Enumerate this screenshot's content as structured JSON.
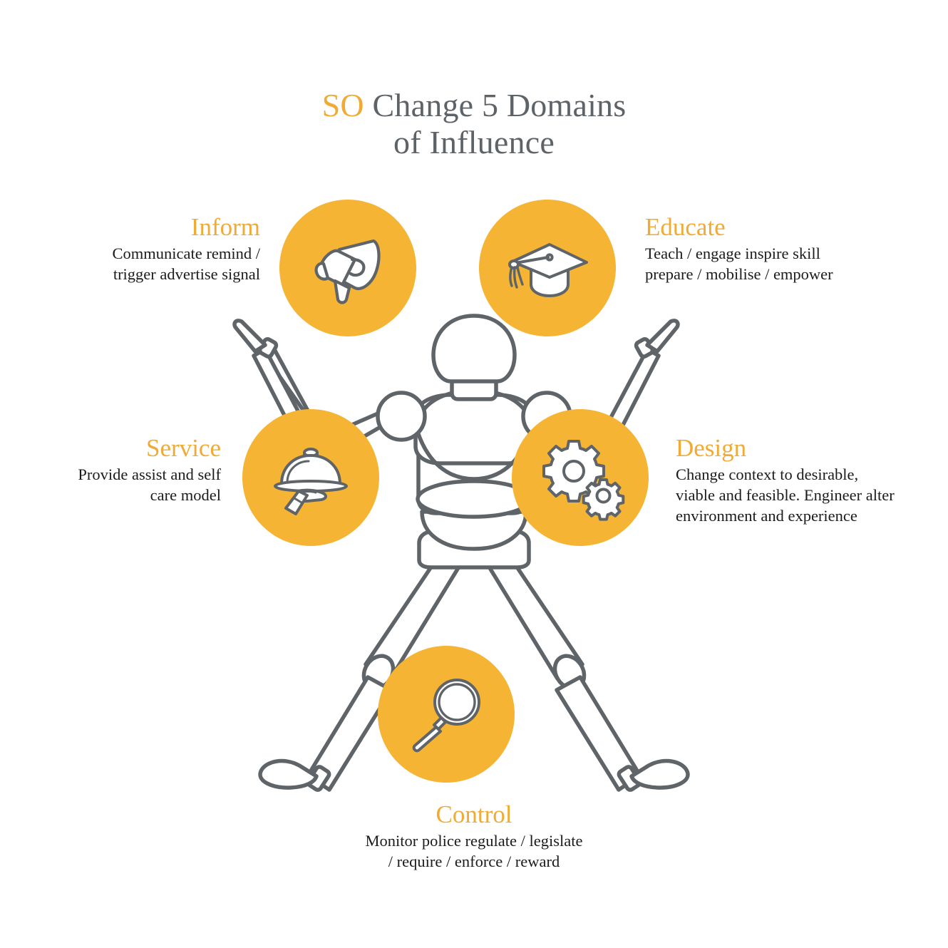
{
  "title": {
    "prefix": "SO",
    "line1_rest": " Change 5 Domains",
    "line2": "of Influence"
  },
  "colors": {
    "accent_gold": "#f6b434",
    "heading_gold": "#f0ab36",
    "title_gray": "#5e6368",
    "body_text": "#1b1b1b",
    "line_art": "#5f6469",
    "background": "#ffffff"
  },
  "center_figure": {
    "name": "wooden artist mannequin",
    "pose": "vitruvian / star pose, arms raised and legs apart"
  },
  "domains": [
    {
      "key": "inform",
      "heading": "Inform",
      "description": "Communicate remind / trigger advertise signal",
      "desc_lines": [
        "Communicate remind /",
        "trigger advertise signal"
      ],
      "icon": "megaphone-icon",
      "position": "top-left"
    },
    {
      "key": "educate",
      "heading": "Educate",
      "description": "Teach / engage inspire skill prepare / mobilise / empower",
      "desc_lines": [
        "Teach / engage inspire skill",
        "prepare / mobilise / empower"
      ],
      "icon": "graduation-cap-icon",
      "position": "top-right"
    },
    {
      "key": "service",
      "heading": "Service",
      "description": "Provide assist and self care model",
      "desc_lines": [
        "Provide assist and self",
        "care model"
      ],
      "icon": "serving-tray-icon",
      "position": "middle-left"
    },
    {
      "key": "design",
      "heading": "Design",
      "description": "Change context to desirable, viable and feasible. Engineer alter environment and experience",
      "desc_lines": [
        "Change context to desirable,",
        "viable and feasible. Engineer alter",
        "environment and experience"
      ],
      "icon": "gears-icon",
      "position": "middle-right"
    },
    {
      "key": "control",
      "heading": "Control",
      "description": "Monitor police regulate / legislate / require / enforce / reward",
      "desc_lines": [
        "Monitor police regulate / legislate",
        "/ require / enforce / reward"
      ],
      "icon": "magnifying-glass-icon",
      "position": "bottom-center"
    }
  ]
}
